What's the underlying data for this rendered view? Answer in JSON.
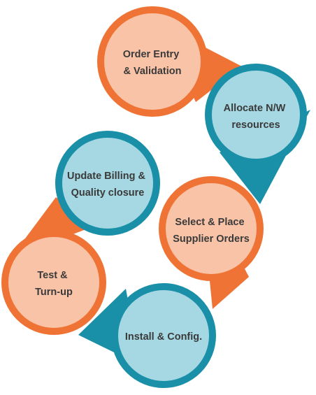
{
  "colors": {
    "orange": "#f07336",
    "orange_fill": "#f9c3a7",
    "teal": "#1a8fa8",
    "teal_fill": "#a6d8e3",
    "text": "#3a3a3a"
  },
  "nodes": [
    {
      "id": "order-entry",
      "lines": [
        "Order Entry",
        "& Validation"
      ],
      "theme": "orange"
    },
    {
      "id": "allocate-nw",
      "lines": [
        "Allocate N/W",
        "resources"
      ],
      "theme": "teal"
    },
    {
      "id": "select-place",
      "lines": [
        "Select & Place",
        "Supplier Orders"
      ],
      "theme": "orange"
    },
    {
      "id": "install-config",
      "lines": [
        "Install & Config."
      ],
      "theme": "teal"
    },
    {
      "id": "test-turnup",
      "lines": [
        "Test &",
        "Turn-up"
      ],
      "theme": "orange"
    },
    {
      "id": "update-billing",
      "lines": [
        "Update Billing &",
        "Quality closure"
      ],
      "theme": "teal"
    }
  ]
}
